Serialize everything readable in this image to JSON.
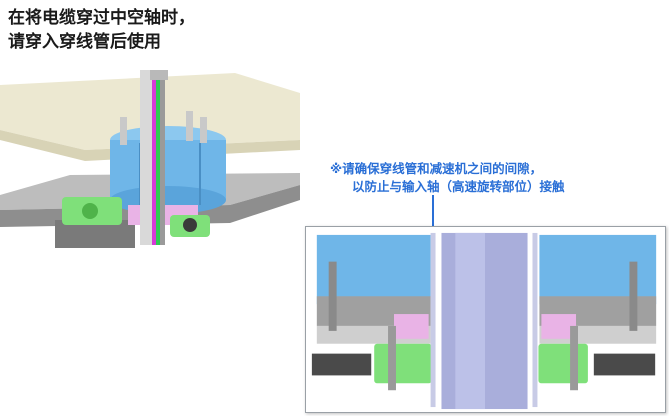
{
  "heading": {
    "line1": "在将电缆穿过中空轴时，",
    "line2": "请穿入穿线管后使用"
  },
  "note": {
    "line1": "※请确保穿线管和减速机之间的间隙，",
    "line2": "以防止与输入轴（高速旋转部位）接触"
  },
  "colors": {
    "note_text": "#2a6fd6",
    "motor_blue": "#6fb6e8",
    "gear_green": "#7fe07a",
    "clamp_pink": "#e9b3e6",
    "shaft_purple": "#a9aedb",
    "metal_gray": "#9a9a9a"
  }
}
